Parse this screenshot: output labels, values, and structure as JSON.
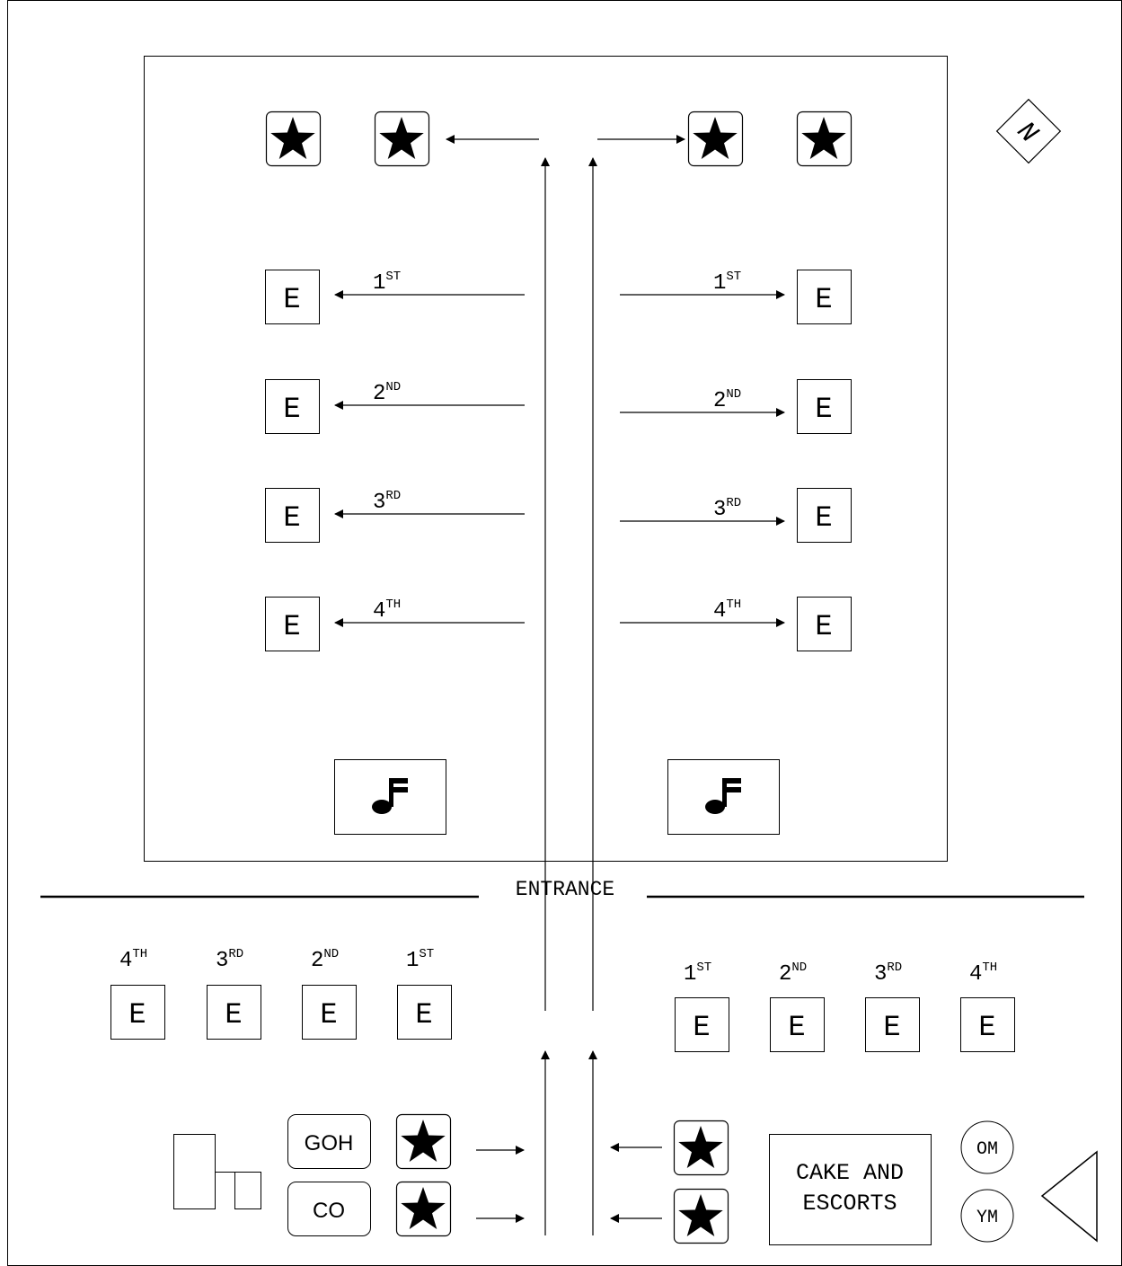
{
  "compass": {
    "letter": "N"
  },
  "entrance_label": "ENTRANCE",
  "symbols": {
    "escort": "E"
  },
  "left_ranks": [
    {
      "num": "1",
      "sup": "ST"
    },
    {
      "num": "2",
      "sup": "ND"
    },
    {
      "num": "3",
      "sup": "RD"
    },
    {
      "num": "4",
      "sup": "TH"
    }
  ],
  "right_ranks": [
    {
      "num": "1",
      "sup": "ST"
    },
    {
      "num": "2",
      "sup": "ND"
    },
    {
      "num": "3",
      "sup": "RD"
    },
    {
      "num": "4",
      "sup": "TH"
    }
  ],
  "bottom_left_ranks": [
    {
      "num": "4",
      "sup": "TH"
    },
    {
      "num": "3",
      "sup": "RD"
    },
    {
      "num": "2",
      "sup": "ND"
    },
    {
      "num": "1",
      "sup": "ST"
    }
  ],
  "bottom_right_ranks": [
    {
      "num": "1",
      "sup": "ST"
    },
    {
      "num": "2",
      "sup": "ND"
    },
    {
      "num": "3",
      "sup": "RD"
    },
    {
      "num": "4",
      "sup": "TH"
    }
  ],
  "goh_label": "GOH",
  "co_label": "CO",
  "cake_label_line1": "CAKE AND",
  "cake_label_line2": "ESCORTS",
  "om_label": "OM",
  "ym_label": "YM"
}
